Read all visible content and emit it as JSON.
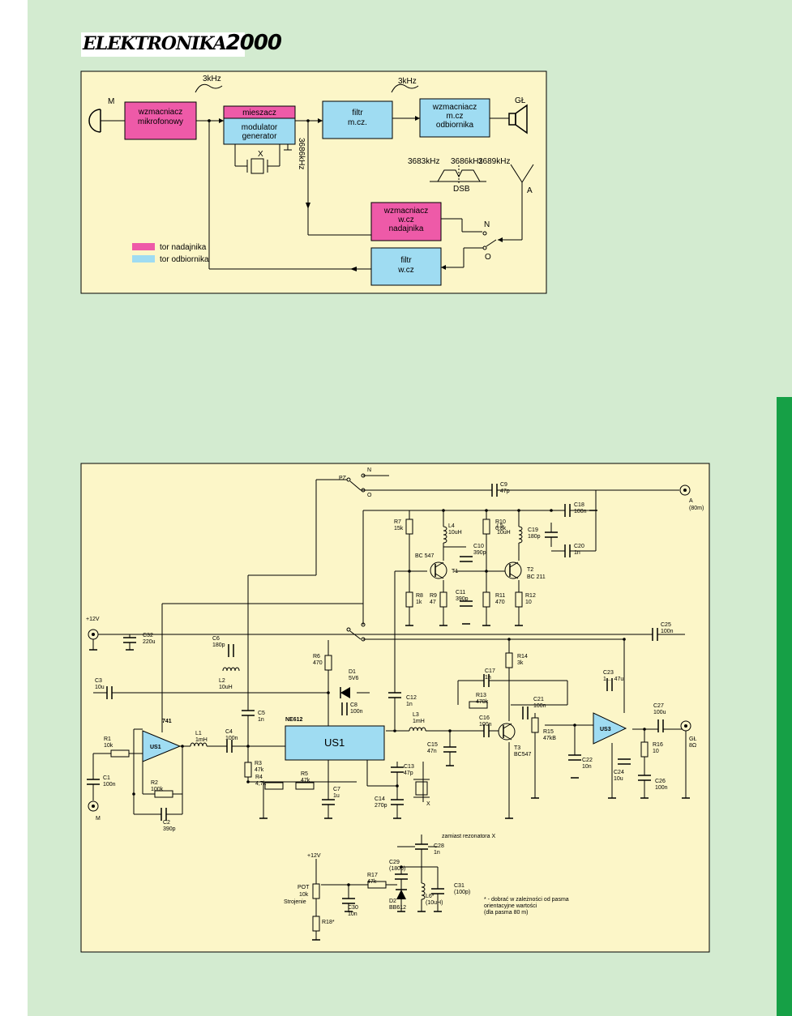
{
  "logo": {
    "text": "ELEKTRONIKA",
    "year": "2000"
  },
  "block_diagram": {
    "blocks": {
      "mic_amp": "wzmacniacz\nmikrofonowy",
      "mixer": "mieszacz",
      "modgen": "modulator\ngenerator",
      "lpf": "filtr\nm.cz.",
      "rx_amp": "wzmacniacz\nm.cz\nodbiornika",
      "tx_amp": "wzmacniacz\nw.cz\nnadajnika",
      "rf_filter": "filtr\nw.cz"
    },
    "labels": {
      "mic": "M",
      "speaker": "GŁ",
      "antenna": "A",
      "bw1": "3kHz",
      "bw2": "3kHz",
      "osc_freq": "3686kHz",
      "crystal": "X",
      "f_low": "3683kHz",
      "f_center": "3686kHz",
      "f_high": "3689kHz",
      "dsb": "DSB",
      "sw_n": "N",
      "sw_o": "O"
    },
    "legend": [
      {
        "label": "tor nadajnika",
        "color": "#ee5aa8"
      },
      {
        "label": "tor odbiornika",
        "color": "#9fdcf2"
      }
    ]
  },
  "schematic": {
    "ics": {
      "us1": "US1",
      "us1_type": "NE612",
      "us2": "US1",
      "us2_type": "741",
      "us3": "US3"
    },
    "transistors": {
      "t1": "T1",
      "t1_type": "BC 547",
      "t2": "T2",
      "t2_type": "BC 211",
      "t3": "T3",
      "t3_type": "BC547"
    },
    "labels": {
      "pz": "PZ",
      "n": "N",
      "o": "O",
      "supply": "+12V",
      "supply2": "+12V",
      "ant": "A",
      "ant_band": "(80m)",
      "spk": "GŁ",
      "spk_imp": "8Ω",
      "mic": "M",
      "x": "X",
      "replace": "zamiast rezonatora X",
      "pot": "POT",
      "pot_val": "10k",
      "tuning": "Strojenie",
      "note": "* - dobrać w zależności od pasma\norientacyjne wartości\n(dla pasma 80 m)"
    },
    "components": [
      {
        "n": "C1",
        "v": "100n"
      },
      {
        "n": "C2",
        "v": "390p"
      },
      {
        "n": "C3",
        "v": "10u"
      },
      {
        "n": "C4",
        "v": "100n"
      },
      {
        "n": "C5",
        "v": "1n"
      },
      {
        "n": "C6",
        "v": "180p"
      },
      {
        "n": "C7",
        "v": "1u"
      },
      {
        "n": "C8",
        "v": "100n"
      },
      {
        "n": "C9",
        "v": "47p"
      },
      {
        "n": "C10",
        "v": "390p"
      },
      {
        "n": "C11",
        "v": "390p"
      },
      {
        "n": "C12",
        "v": "1n"
      },
      {
        "n": "C13",
        "v": "47p"
      },
      {
        "n": "C14",
        "v": "270p"
      },
      {
        "n": "C15",
        "v": "47n"
      },
      {
        "n": "C16",
        "v": "100n"
      },
      {
        "n": "C17",
        "v": "1n"
      },
      {
        "n": "C18",
        "v": "100n"
      },
      {
        "n": "C19",
        "v": "180p"
      },
      {
        "n": "C20",
        "v": "1n"
      },
      {
        "n": "C21",
        "v": "100n"
      },
      {
        "n": "C22",
        "v": "10n"
      },
      {
        "n": "C23",
        "v": "1 ... 47u"
      },
      {
        "n": "C24",
        "v": "10u"
      },
      {
        "n": "C25",
        "v": "100n"
      },
      {
        "n": "C26",
        "v": "100n"
      },
      {
        "n": "C27",
        "v": "100u"
      },
      {
        "n": "C28",
        "v": "1n"
      },
      {
        "n": "C29",
        "v": "(180p)"
      },
      {
        "n": "C30",
        "v": "10n"
      },
      {
        "n": "C31",
        "v": "(100p)"
      },
      {
        "n": "C32",
        "v": "220u"
      },
      {
        "n": "R1",
        "v": "10k"
      },
      {
        "n": "R2",
        "v": "100k"
      },
      {
        "n": "R3",
        "v": "47k"
      },
      {
        "n": "R4",
        "v": "4,7k"
      },
      {
        "n": "R5",
        "v": "47k"
      },
      {
        "n": "R6",
        "v": "470"
      },
      {
        "n": "R7",
        "v": "15k"
      },
      {
        "n": "R8",
        "v": "1k"
      },
      {
        "n": "R9",
        "v": "47"
      },
      {
        "n": "R10",
        "v": "6,8k"
      },
      {
        "n": "R11",
        "v": "470"
      },
      {
        "n": "R12",
        "v": "10"
      },
      {
        "n": "R13",
        "v": "470k"
      },
      {
        "n": "R14",
        "v": "3k"
      },
      {
        "n": "R15",
        "v": "47kB"
      },
      {
        "n": "R16",
        "v": "10"
      },
      {
        "n": "R17",
        "v": "47k"
      },
      {
        "n": "R18*",
        "v": ""
      },
      {
        "n": "L1",
        "v": "1mH"
      },
      {
        "n": "L2",
        "v": "10uH"
      },
      {
        "n": "L3",
        "v": "1mH"
      },
      {
        "n": "L4",
        "v": "10uH"
      },
      {
        "n": "L5",
        "v": "10uH"
      },
      {
        "n": "L6*",
        "v": "(10uH)"
      },
      {
        "n": "D1",
        "v": "5V6"
      },
      {
        "n": "D2",
        "v": "BB612"
      }
    ]
  }
}
